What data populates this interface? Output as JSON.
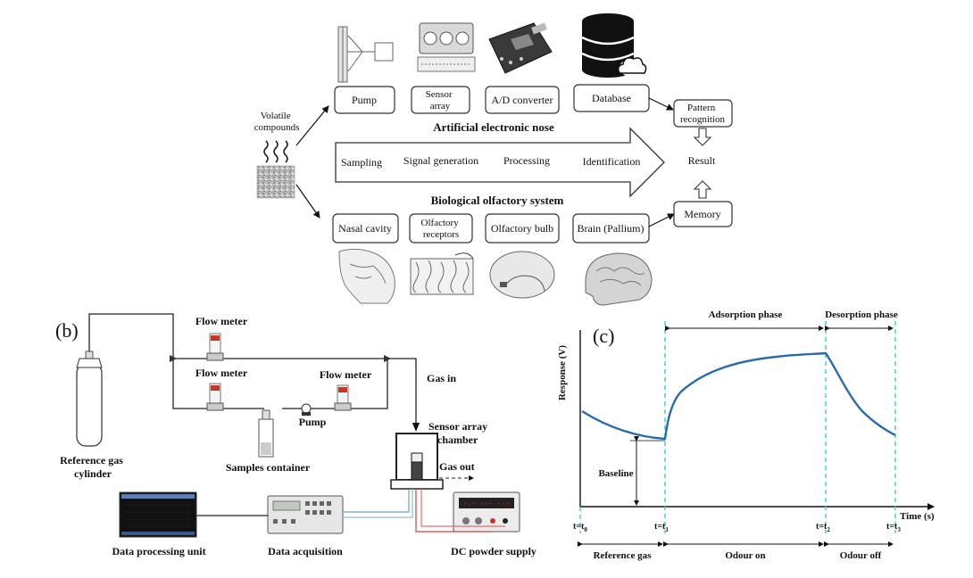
{
  "panel_a": {
    "input_label": [
      "Volatile",
      "compounds"
    ],
    "enose_components": [
      "Pump",
      [
        "Sensor",
        "array"
      ],
      "A/D converter",
      "Database"
    ],
    "enose_title": "Artificial electronic nose",
    "pattern_box": [
      "Pattern",
      "recognition"
    ],
    "arrow_steps": [
      "Sampling",
      "Signal generation",
      "Processing",
      "Identification"
    ],
    "result": "Result",
    "bio_title": "Biological olfactory system",
    "bio_components": [
      "Nasal cavity",
      [
        "Olfactory",
        "receptors"
      ],
      "Olfactory bulb",
      "Brain (Pallium)"
    ],
    "memory_box": "Memory"
  },
  "panel_b": {
    "tag": "(b)",
    "flow_meter_1": "Flow meter",
    "flow_meter_2": "Flow meter",
    "flow_meter_3": "Flow meter",
    "pump": "Pump",
    "gas_in": "Gas in",
    "chamber": [
      "Sensor array",
      "chamber"
    ],
    "gas_out": "Gas out",
    "cylinder": [
      "Reference gas",
      "cylinder"
    ],
    "samples": "Samples container",
    "processing_unit": "Data processing unit",
    "acquisition": "Data acquisition",
    "power": "DC powder supply",
    "power_display": "-.- --- ---"
  },
  "panel_c": {
    "tag": "(c)",
    "ylabel": "Response (V)",
    "xlabel": "Time (s)",
    "adsorption": "Adsorption phase",
    "desorption": "Desorption phase",
    "baseline": "Baseline",
    "ticks": [
      {
        "base": "t=t",
        "sub": "0"
      },
      {
        "base": "t=t",
        "sub": "1"
      },
      {
        "base": "t=t",
        "sub": "2"
      },
      {
        "base": "t=t",
        "sub": "3"
      }
    ],
    "periods": [
      "Reference gas",
      "Odour on",
      "Odour off"
    ],
    "colors": {
      "curve": "#2a6ca8",
      "dashed": "#38c9d8"
    }
  }
}
